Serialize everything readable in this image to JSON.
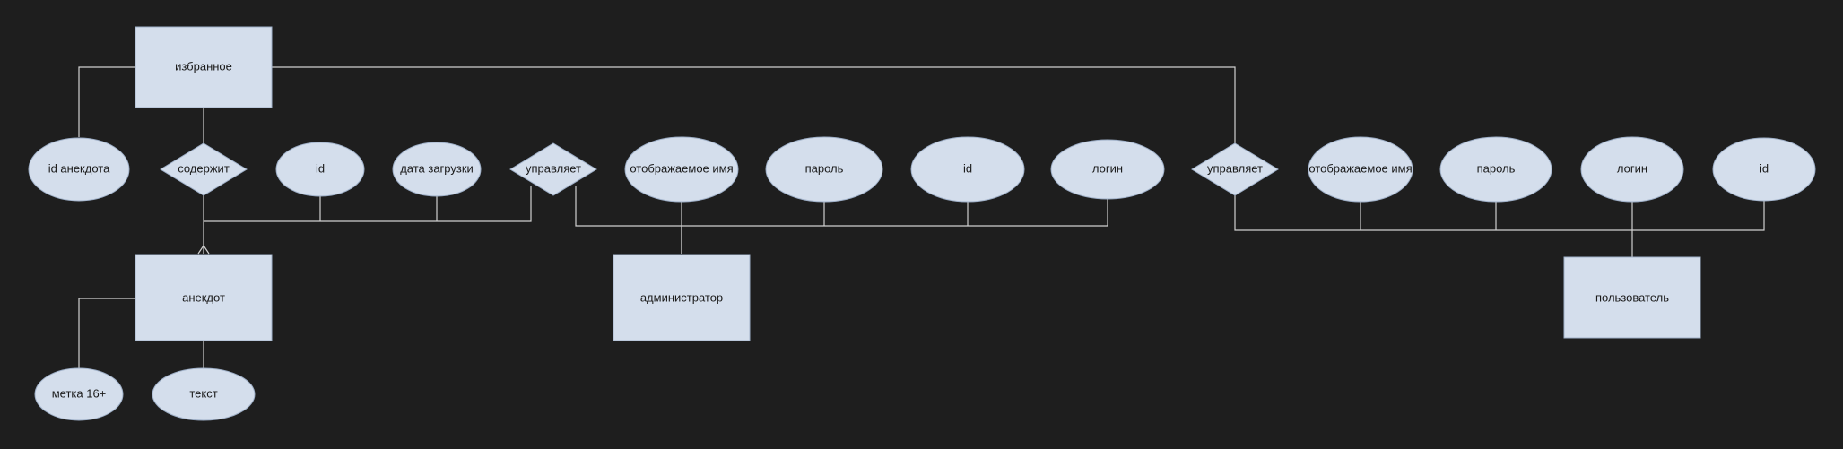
{
  "diagram": {
    "entities": {
      "favorites": "избранное",
      "joke": "анекдот",
      "admin": "администратор",
      "user": "пользователь"
    },
    "relationships": {
      "contains": "содержит",
      "admin_manages": "управляет",
      "user_manages": "управляет"
    },
    "attributes": {
      "fav_joke_id": "id анекдота",
      "joke_id": "id",
      "upload_date": "дата загрузки",
      "admin_display_name": "отображаемое имя",
      "admin_password": "пароль",
      "admin_id": "id",
      "admin_login": "логин",
      "user_display_name": "отображаемое имя",
      "user_password": "пароль",
      "user_login": "логин",
      "user_id": "id",
      "age_label": "метка 16+",
      "joke_text": "текст"
    }
  }
}
